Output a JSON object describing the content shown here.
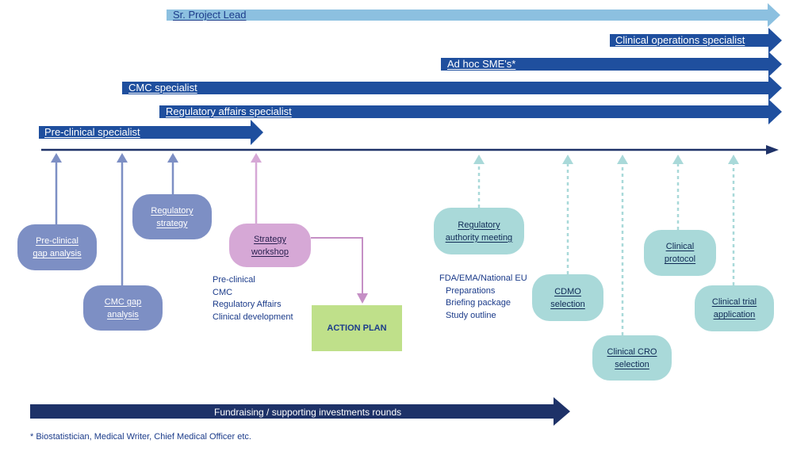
{
  "roles": {
    "sr_project_lead": "Sr. Project Lead",
    "clinical_operations": "Clinical operations specialist",
    "ad_hoc": "Ad hoc SME's*",
    "cmc": "CMC specialist",
    "regulatory_affairs": "Regulatory affairs specialist",
    "pre_clinical": "Pre-clinical specialist"
  },
  "boxes": {
    "preclinical_gap": [
      "Pre-clinical",
      "gap analysis"
    ],
    "cmc_gap": [
      "CMC gap",
      "analysis"
    ],
    "regulatory_strategy": [
      "Regulatory",
      "strategy"
    ],
    "strategy_workshop": [
      "Strategy",
      "workshop"
    ],
    "regulatory_meeting": [
      "Regulatory",
      "authority meeting"
    ],
    "cdmo_selection": [
      "CDMO",
      "selection"
    ],
    "clinical_cro": [
      "Clinical CRO",
      "selection"
    ],
    "clinical_protocol": [
      "Clinical",
      "protocol"
    ],
    "clinical_trial": [
      "Clinical trial",
      "application"
    ]
  },
  "action_plan": "ACTION PLAN",
  "workshop_topics": [
    "Pre-clinical",
    "CMC",
    "Regulatory Affairs",
    "Clinical development"
  ],
  "meeting_topics": {
    "heading": "FDA/EMA/National EU",
    "items": [
      "Preparations",
      "Briefing package",
      "Study outline"
    ]
  },
  "fundraising": "Fundraising / supporting investments rounds",
  "footnote": "* Biostatistician, Medical Writer, Chief Medical Officer etc.",
  "colors": {
    "light_blue": "#8cc0e0",
    "mid_blue": "#1f4f9e",
    "navy": "#1e3268",
    "box_blue": "#7d8fc4",
    "box_purple": "#d6a8d6",
    "box_teal": "#a9d9d9",
    "action_green": "#bfe08a"
  }
}
